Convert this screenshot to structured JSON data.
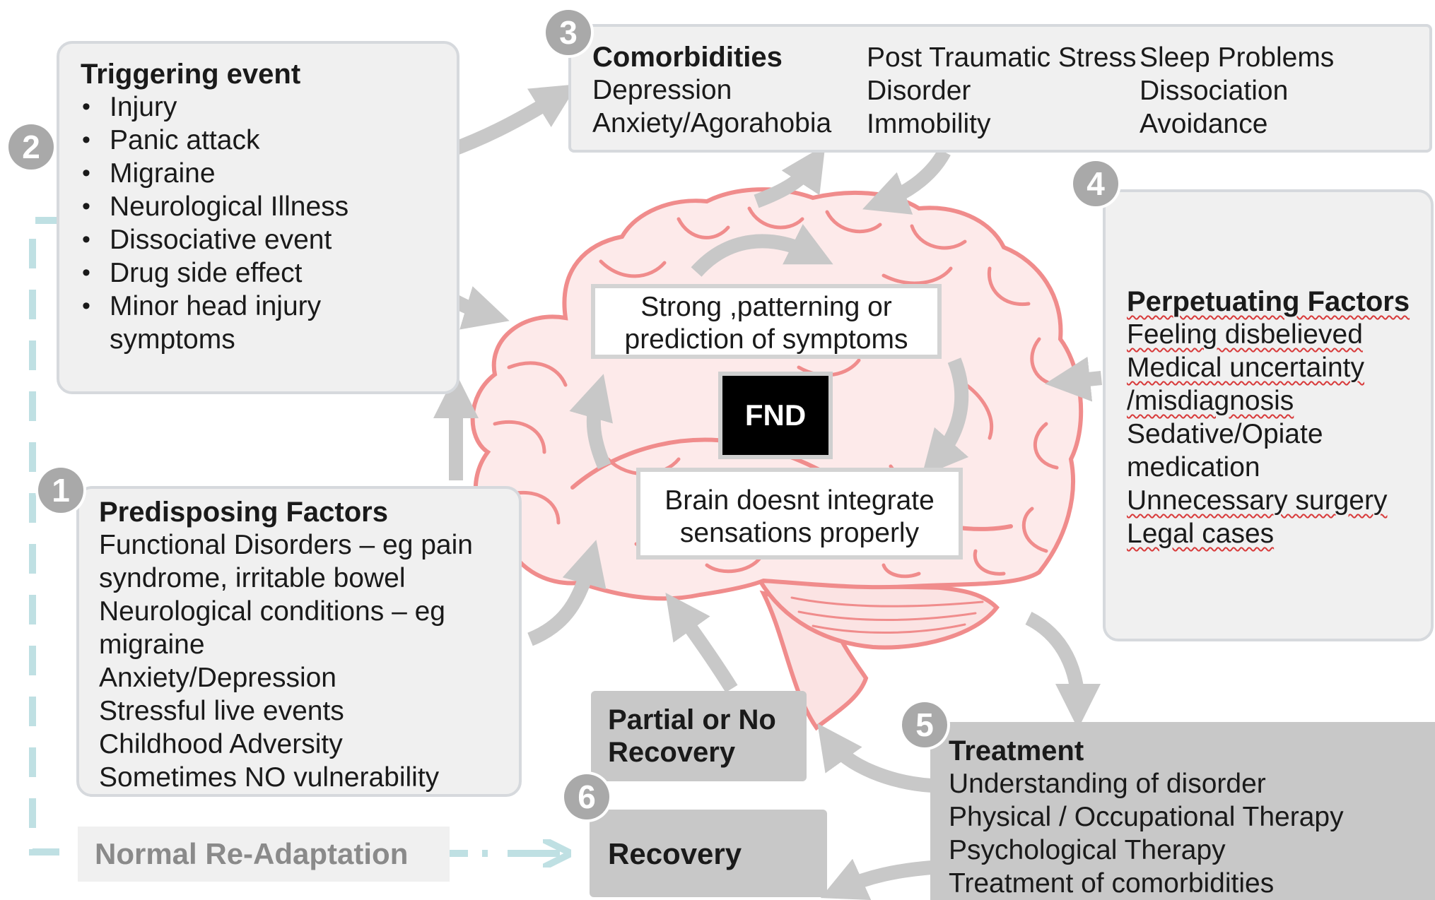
{
  "badges": [
    "1",
    "2",
    "3",
    "4",
    "5",
    "6"
  ],
  "triggering": {
    "title": "Triggering event",
    "items": [
      "Injury",
      "Panic attack",
      "Migraine",
      "Neurological Illness",
      "Dissociative event",
      "Drug side effect",
      "Minor head injury",
      "symptoms"
    ]
  },
  "comorbidities": {
    "title": "Comorbidities",
    "col1": [
      "Depression",
      "Anxiety/Agorahobia"
    ],
    "col2": [
      "Post Traumatic Stress",
      "Disorder",
      "Immobility"
    ],
    "col3": [
      "Sleep Problems",
      "Dissociation",
      "Avoidance"
    ]
  },
  "perpetuating": {
    "title": "Perpetuating Factors",
    "lines": [
      "Feeling disbelieved",
      "Medical uncertainty",
      "/misdiagnosis",
      "Sedative/Opiate",
      "medication",
      "Unnecessary surgery",
      "Legal cases"
    ]
  },
  "predisposing": {
    "title": "Predisposing Factors",
    "lines": [
      "Functional Disorders – eg pain",
      "syndrome, irritable bowel",
      "Neurological conditions – eg",
      "migraine",
      "Anxiety/Depression",
      "Stressful live events",
      "Childhood Adversity",
      "Sometimes NO vulnerability"
    ]
  },
  "center": {
    "top_box": [
      "Strong ,patterning or",
      "prediction of symptoms"
    ],
    "fnd": "FND",
    "bottom_box": [
      "Brain doesnt integrate",
      "sensations properly"
    ]
  },
  "partial": {
    "lines": [
      "Partial or No",
      "Recovery"
    ]
  },
  "recovery": {
    "label": "Recovery"
  },
  "normal": {
    "label": "Normal Re-Adaptation"
  },
  "treatment": {
    "title": "Treatment",
    "lines": [
      "Understanding of disorder",
      "Physical / Occupational Therapy",
      "Psychological Therapy",
      "Treatment of comorbidities"
    ]
  },
  "colors": {
    "box_fill": "#f0f0f0",
    "box_border": "#d6d9dd",
    "dark_box": "#c8c8c8",
    "arrow_gray": "#c8c8c8",
    "badge_gray": "#a9a9a9",
    "brain_outline": "#f08c8c",
    "brain_fill": "#fdeaea",
    "dashed_teal": "#bfe0e3",
    "squiggle_red": "#d83a3a"
  }
}
